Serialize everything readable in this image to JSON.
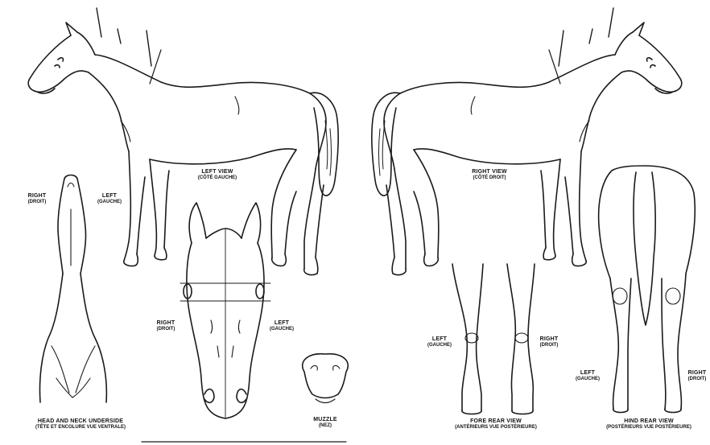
{
  "labels": {
    "left_view": {
      "line1": "LEFT VIEW",
      "line2": "(CÔTÉ GAUCHE)"
    },
    "right_view": {
      "line1": "RIGHT VIEW",
      "line2": "(CÔTÉ DROIT)"
    },
    "neck_right": {
      "line1": "RIGHT",
      "line2": "(DROIT)"
    },
    "neck_left": {
      "line1": "LEFT",
      "line2": "(GAUCHE)"
    },
    "neck_caption": {
      "line1": "HEAD AND NECK UNDERSIDE",
      "line2": "(TÊTE ET ENCOLURE VUE VENTRALE)"
    },
    "face_right": {
      "line1": "RIGHT",
      "line2": "(DROIT)"
    },
    "face_left": {
      "line1": "LEFT",
      "line2": "(GAUCHE)"
    },
    "muzzle": {
      "line1": "MUZZLE",
      "line2": "(NEZ)"
    },
    "fore_left": {
      "line1": "LEFT",
      "line2": "(GAUCHE)"
    },
    "fore_right": {
      "line1": "RIGHT",
      "line2": "(DROIT)"
    },
    "fore_caption": {
      "line1": "FORE REAR VIEW",
      "line2": "(ANTÉRIEURS VUE POSTÉRIEURE)"
    },
    "hind_left": {
      "line1": "LEFT",
      "line2": "(GAUCHE)"
    },
    "hind_right": {
      "line1": "RIGHT",
      "line2": "(DROIT)"
    },
    "hind_caption": {
      "line1": "HIND REAR VIEW",
      "line2": "(POSTÉRIEURS VUE POSTÉRIEURE)"
    }
  },
  "colors": {
    "line": "#1a1a1a",
    "background": "#ffffff"
  }
}
